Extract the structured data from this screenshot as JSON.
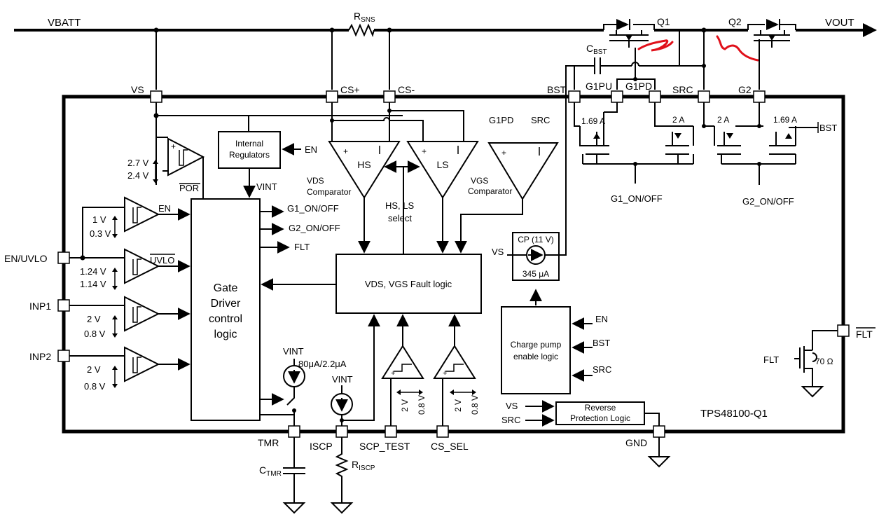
{
  "chip": {
    "name": "TPS48100-Q1"
  },
  "rails": {
    "vbatt": "VBATT",
    "vout": "VOUT",
    "rsns": "R",
    "rsns_sub": "SNS"
  },
  "fets": {
    "q1": "Q1",
    "q2": "Q2"
  },
  "cap_bst": {
    "main": "C",
    "sub": "BST"
  },
  "pins": {
    "vs": "VS",
    "cs_plus": "CS+",
    "cs_minus": "CS-",
    "bst": "BST",
    "g1pu": "G1PU",
    "g1pd": "G1PD",
    "src": "SRC",
    "g2": "G2",
    "en_uvlo": "EN/UVLO",
    "inp1": "INP1",
    "inp2": "INP2",
    "tmr": "TMR",
    "iscp": "ISCP",
    "scp_test": "SCP_TEST",
    "cs_sel": "CS_SEL",
    "gnd": "GND",
    "flt": "FLT"
  },
  "ext": {
    "ctmr": "C",
    "ctmr_sub": "TMR",
    "riscp": "R",
    "riscp_sub": "ISCP"
  },
  "thresholds": {
    "por_hi": "2.7 V",
    "por_lo": "2.4 V",
    "por_label": "POR",
    "en_hi": "1 V",
    "en_lo": "0.3 V",
    "en_label": "EN",
    "uvlo_hi": "1.24 V",
    "uvlo_lo": "1.14 V",
    "uvlo_label": "UVLO",
    "inp1_hi": "2 V",
    "inp1_lo": "0.8 V",
    "inp2_hi": "2 V",
    "inp2_lo": "0.8 V"
  },
  "blocks": {
    "internal_regulators": [
      "Internal",
      "Regulators"
    ],
    "en_in": "EN",
    "vint": "VINT",
    "gate_driver": [
      "Gate",
      "Driver",
      "control",
      "logic"
    ],
    "g1_onoff": "G1_ON/OFF",
    "g2_onoff": "G2_ON/OFF",
    "flt": "FLT",
    "vds_vgs_fault": "VDS, VGS Fault logic",
    "hs_ls_select": [
      "HS, LS",
      "select"
    ],
    "hs": "HS",
    "ls": "LS",
    "vds_comp": [
      "VDS",
      "Comparator"
    ],
    "vgs_comp": [
      "VGS",
      "Comparator"
    ],
    "g1pd_in": "G1PD",
    "src_in": "SRC",
    "cp_title": "CP (11 V)",
    "cp_current": "345 μA",
    "cp_vs": "VS",
    "cp_enable": [
      "Charge pump",
      "enable logic"
    ],
    "cp_en": "EN",
    "cp_bst": "BST",
    "cp_src": "SRC",
    "rev_prot": [
      "Reverse",
      "Protection Logic"
    ],
    "rev_vs": "VS",
    "rev_src": "SRC",
    "timer_vint": "VINT",
    "timer_current": "80μA/2.2μA",
    "iscp_vint": "VINT",
    "scp_hi": "2 V",
    "scp_lo": "0.8 V",
    "cssel_hi": "2 V",
    "cssel_lo": "0.8 V"
  },
  "driver": {
    "g1_pu_current": "1.69 A",
    "g1_pd_current": "2 A",
    "g2_pd_current": "2 A",
    "g2_pu_current": "1.69 A",
    "g1_onoff": "G1_ON/OFF",
    "g2_onoff": "G2_ON/OFF",
    "bst": "BST"
  },
  "flt_out": {
    "flt": "FLT",
    "res": "70 Ω"
  },
  "plus": "+",
  "minus": "–"
}
